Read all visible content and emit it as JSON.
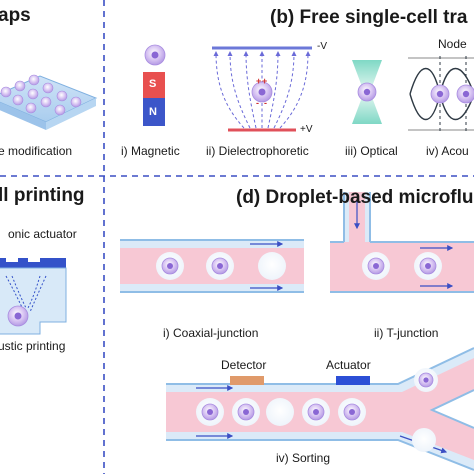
{
  "panel_a": {
    "title_fragment": "aps",
    "caption_fragment": "e modification"
  },
  "panel_b": {
    "title": "(b) Free single-cell tra",
    "magnet_s": "S",
    "magnet_n": "N",
    "electrode_top": "-V",
    "electrode_bottom": "+V",
    "node_label": "Node",
    "captions": [
      "i) Magnetic",
      "ii) Dielectrophoretic",
      "iii) Optical",
      "iv) Acou"
    ]
  },
  "panel_c": {
    "title_fragment": "ll printing",
    "actuator_fragment": "onic actuator",
    "caption_fragment": "ustic printing"
  },
  "panel_d": {
    "title": "(d) Droplet-based microflu",
    "caption_coaxial": "i) Coaxial-junction",
    "caption_t": "ii) T-junction",
    "detector_label": "Detector",
    "actuator_label": "Actuator",
    "caption_sorting": "iv) Sorting"
  },
  "colors": {
    "divider": "#3b4fc4",
    "channel_fill": "#f7c8d4",
    "channel_border": "#8fbde6",
    "cell_fill": "#c9b3ec",
    "cell_nucleus": "#8a67d4",
    "magnet_s": "#e8504f",
    "magnet_n": "#3c56c9",
    "electrode_top": "#6c78d8",
    "electrode_bottom": "#e0505a",
    "field_line": "#6a6ad8",
    "detector": "#e09a6a",
    "actuator": "#2c4fd6"
  }
}
